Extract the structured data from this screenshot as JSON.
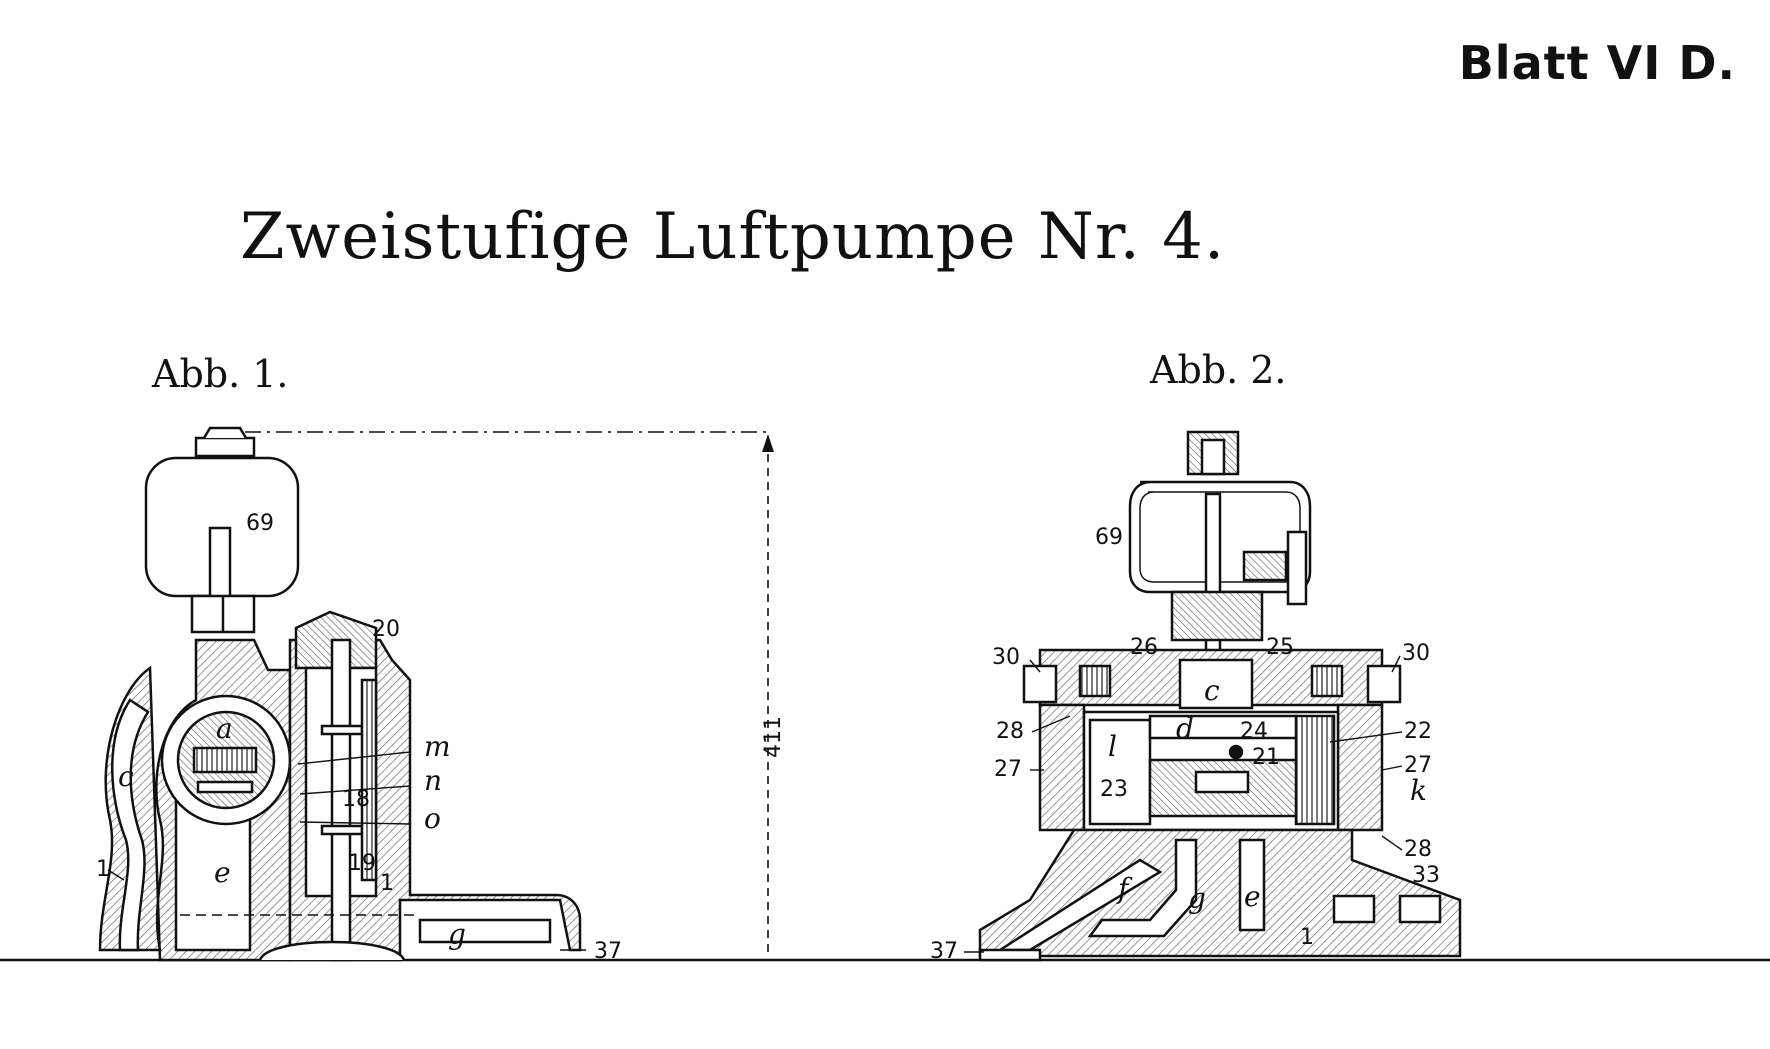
{
  "sheet_label": "Blatt VI D.",
  "title": "Zweistufige Luftpumpe Nr. 4.",
  "figures": [
    {
      "caption": "Abb. 1.",
      "dimension": "411",
      "labels": [
        "69",
        "20",
        "c",
        "a",
        "m",
        "n",
        "o",
        "18",
        "e",
        "1",
        "19",
        "1",
        "g",
        "37"
      ]
    },
    {
      "caption": "Abb. 2.",
      "labels": [
        "69",
        "26",
        "25",
        "30",
        "30",
        "c",
        "28",
        "22",
        "d",
        "24",
        "27",
        "21",
        "27",
        "l",
        "23",
        "k",
        "28",
        "f",
        "g",
        "e",
        "33",
        "37",
        "1"
      ]
    }
  ],
  "colors": {
    "ink": "#111111",
    "paper": "#ffffff",
    "hatch": "#6a6a6a"
  }
}
